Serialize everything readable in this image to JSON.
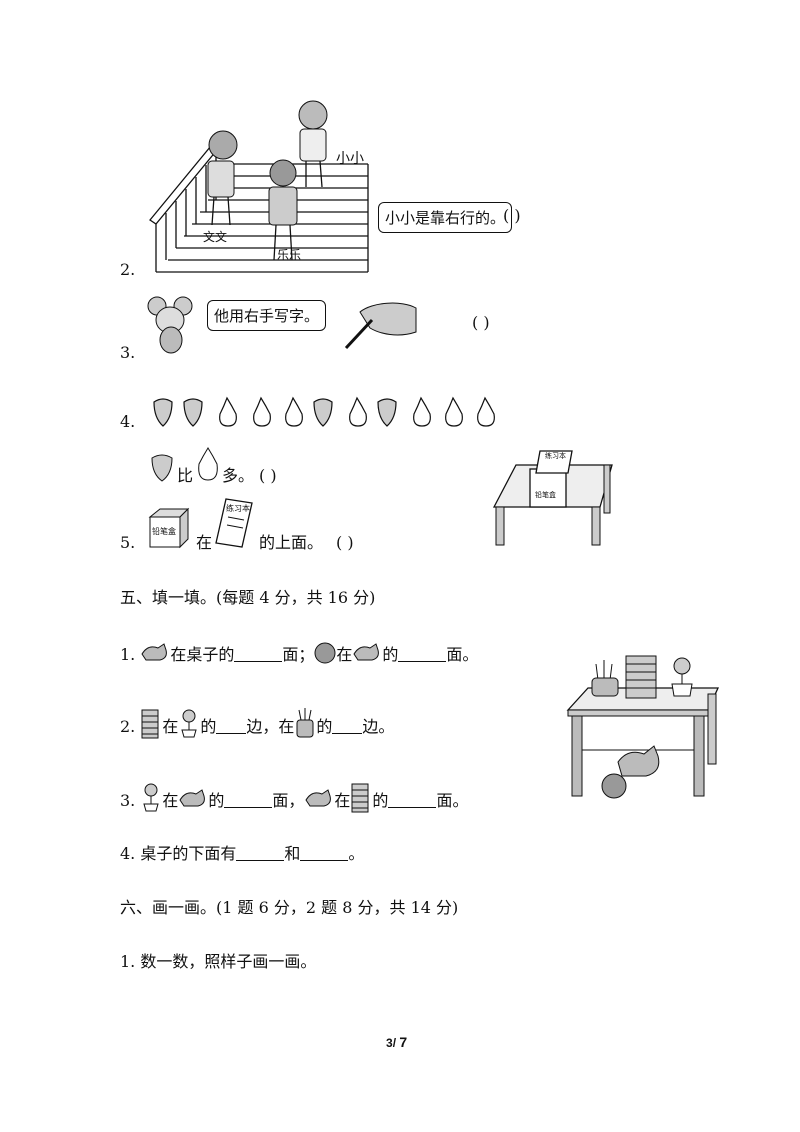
{
  "q2": {
    "num": "2.",
    "label_xiaoxiao": "小小",
    "label_wenwen": "文文",
    "label_lele": "乐乐",
    "bubble": "小小是靠右行的。",
    "paren": "(        )"
  },
  "q3": {
    "num": "3.",
    "bubble": "他用右手写字。",
    "paren": "(        )"
  },
  "q4": {
    "num": "4.",
    "compare_word": "比",
    "more": "多。",
    "paren": "(      )"
  },
  "q5": {
    "num": "5.",
    "at": "在",
    "tail": "的上面。",
    "paren": "(      )",
    "box_label": "铅笔盒",
    "book_label": "练习本",
    "table_box_label": "铅笔盒",
    "table_book_label": "练习本"
  },
  "section5": {
    "title": "五、填一填。(每题 4 分，共 16 分)",
    "q1": {
      "num": "1.",
      "p1": "在桌子的",
      "p2": "面；",
      "p3": "在",
      "p4": "的",
      "p5": "面。"
    },
    "q2": {
      "num": "2.",
      "p1": "在",
      "p2": "的",
      "p3": "边，在",
      "p4": "的",
      "p5": "边。"
    },
    "q3": {
      "num": "3.",
      "p1": "在",
      "p2": "的",
      "p3": "面，",
      "p4": "在",
      "p5": "的",
      "p6": "面。"
    },
    "q4": {
      "num": "4.",
      "p1": "桌子的下面有",
      "p2": "和",
      "p3": "。"
    }
  },
  "section6": {
    "title": "六、画一画。(1 题 6 分，2 题 8 分，共 14 分)",
    "q1": {
      "num": "1.",
      "text": "数一数，照样子画一画。"
    }
  },
  "footer": {
    "page_current": "3",
    "page_sep": "/",
    "page_total": "7"
  }
}
